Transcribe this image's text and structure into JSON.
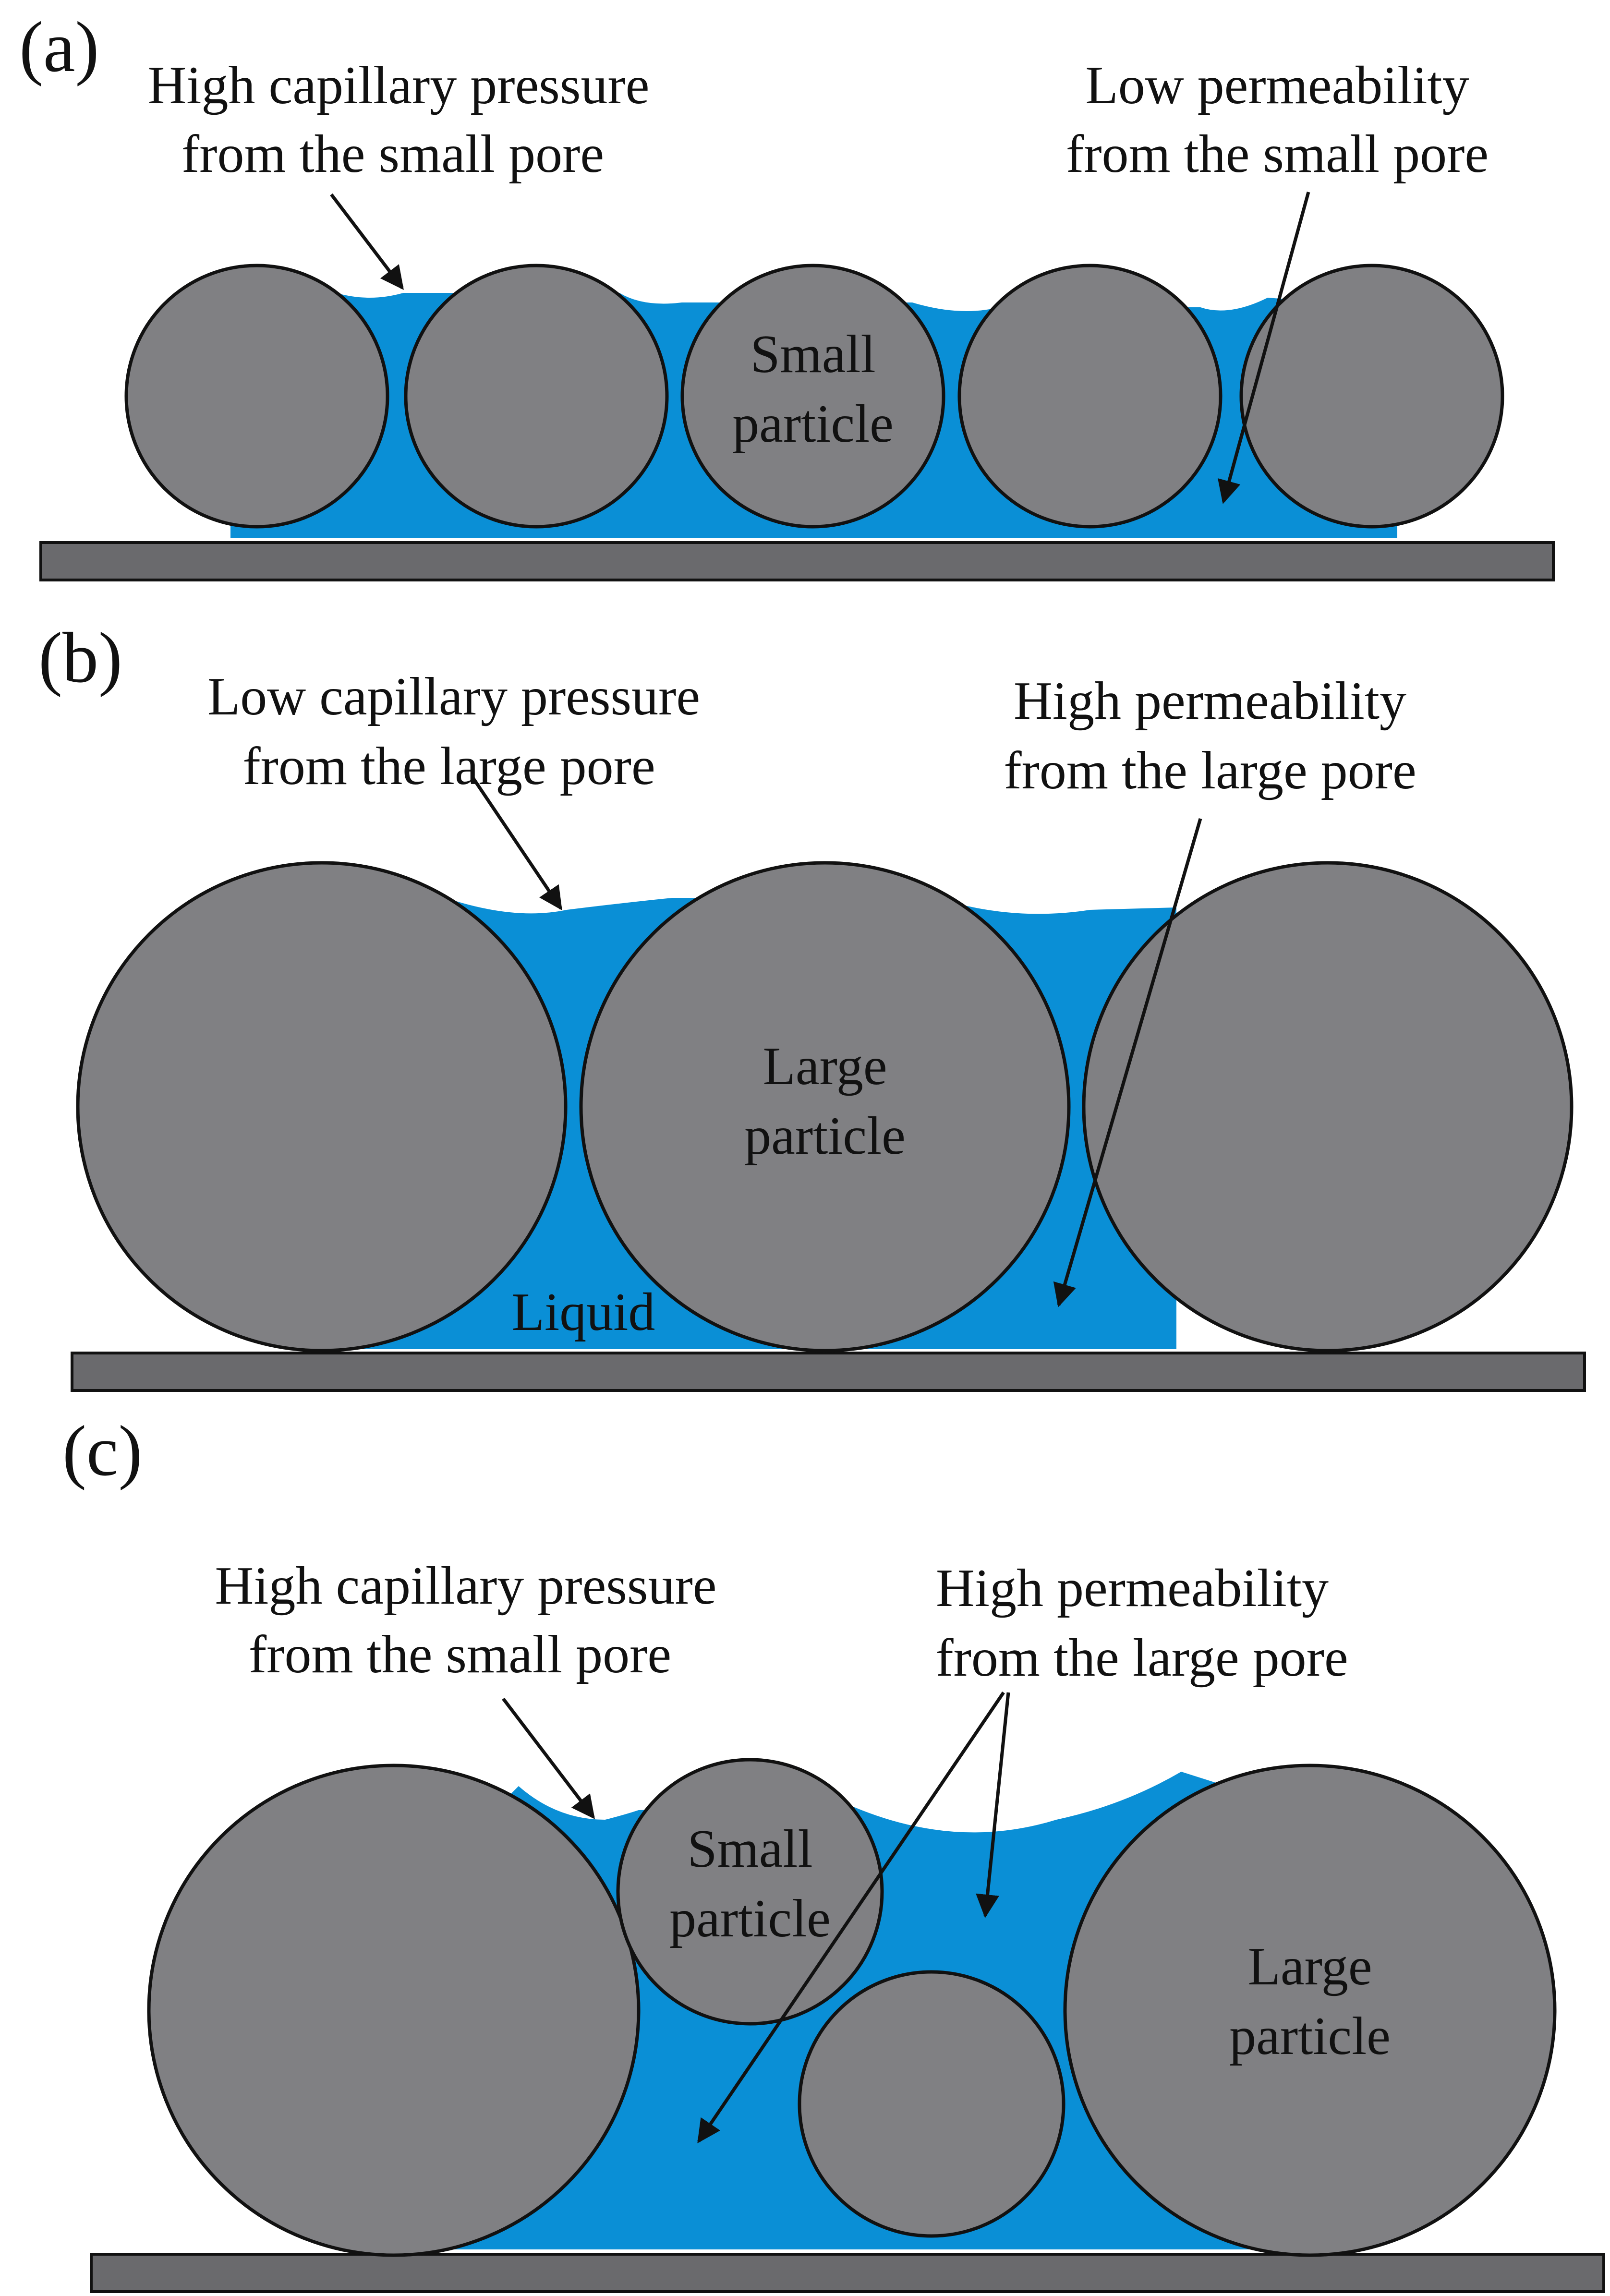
{
  "colors": {
    "particle_fill": "#808083",
    "particle_stroke": "#111111",
    "liquid": "#0a8fd6",
    "substrate_fill": "#6a6a6d",
    "background": "#ffffff"
  },
  "panels": {
    "a": {
      "letter": "(a)",
      "callout_left": {
        "line1": "High capillary pressure",
        "line2": "from the small pore"
      },
      "callout_right": {
        "line1": "Low permeability",
        "line2": "from the small pore"
      },
      "particle_label": {
        "line1": "Small",
        "line2": "particle"
      }
    },
    "b": {
      "letter": "(b)",
      "callout_left": {
        "line1": "Low capillary pressure",
        "line2": "from the large pore"
      },
      "callout_right": {
        "line1": "High permeability",
        "line2": "from the large pore"
      },
      "particle_label": {
        "line1": "Large",
        "line2": "particle"
      },
      "liquid_label": "Liquid"
    },
    "c": {
      "letter": "(c)",
      "callout_left": {
        "line1": "High capillary pressure",
        "line2": "from the small pore"
      },
      "callout_right": {
        "line1": "High permeability",
        "line2": "from the large pore"
      },
      "small_label": {
        "line1": "Small",
        "line2": "particle"
      },
      "large_label": {
        "line1": "Large",
        "line2": "particle"
      }
    }
  }
}
